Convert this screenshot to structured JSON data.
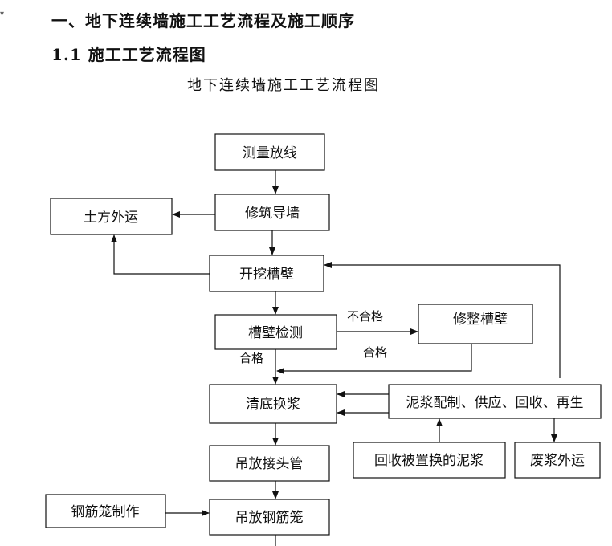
{
  "heading": {
    "section": "一、地下连续墙施工工艺流程及施工顺序",
    "subsection": "1.1 施工工艺流程图",
    "caption": "地下连续墙施工工艺流程图",
    "corner_mark": "▾"
  },
  "boxes": {
    "survey": "测量放线",
    "guide_wall": "修筑导墙",
    "soil_out": "土方外运",
    "excavate": "开挖槽壁",
    "inspect": "槽壁检测",
    "trim": "修整槽壁",
    "clean": "清底换浆",
    "slurry": "泥浆配制、供应、回收、再生",
    "recover": "回收被置换的泥浆",
    "waste": "废浆外运",
    "joint_pipe": "吊放接头管",
    "cage_make": "钢筋笼制作",
    "cage_hoist": "吊放钢筋笼"
  },
  "labels": {
    "fail": "不合格",
    "pass_left": "合格",
    "pass_right": "合格"
  }
}
